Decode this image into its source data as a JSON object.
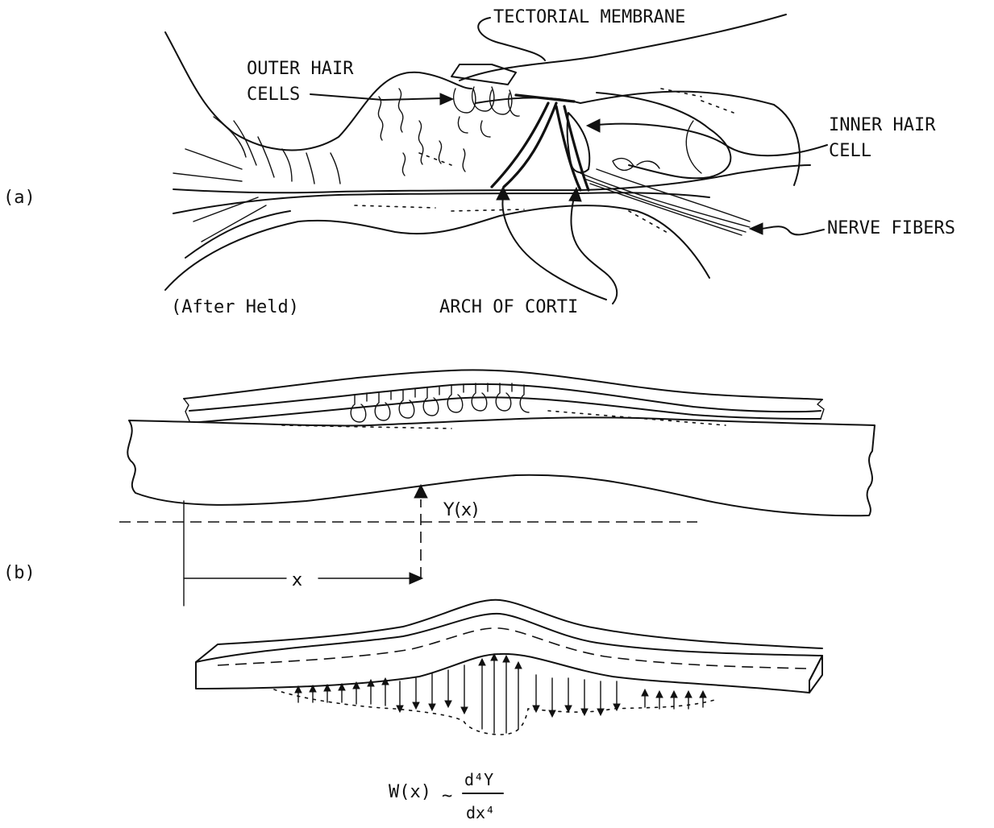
{
  "panel_a": {
    "panel_label": "(a)",
    "tectorial_membrane": "TECTORIAL MEMBRANE",
    "outer_hair_cells_line1": "OUTER HAIR",
    "outer_hair_cells_line2": "CELLS",
    "inner_hair_cell_line1": "INNER HAIR",
    "inner_hair_cell_line2": "CELL",
    "nerve_fibers": "NERVE FIBERS",
    "arch_of_corti": "ARCH OF CORTI",
    "credit": "(After Held)"
  },
  "panel_b": {
    "panel_label": "(b)",
    "y_label": "Y(x)",
    "x_label": "x",
    "formula_lhs": "W(x)",
    "formula_tilde": "~",
    "formula_num": "d⁴Y",
    "formula_den": "dx⁴"
  }
}
